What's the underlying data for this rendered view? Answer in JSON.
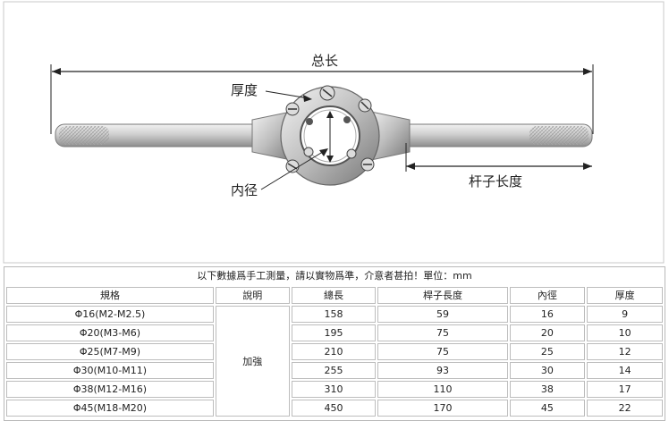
{
  "figure": {
    "label_total": "总长",
    "label_thickness": "厚度",
    "label_inner": "内径",
    "label_handle": "杆子长度"
  },
  "note": "以下數據爲手工測量，請以實物爲準，介意者甚拍！單位：mm",
  "table": {
    "headers": [
      "規格",
      "說明",
      "總長",
      "桿子長度",
      "內徑",
      "厚度"
    ],
    "merged_note": "加強",
    "rows": [
      {
        "spec": "Φ16(M2-M2.5)",
        "total": "158",
        "handle": "59",
        "inner": "16",
        "thick": "9"
      },
      {
        "spec": "Φ20(M3-M6)",
        "total": "195",
        "handle": "75",
        "inner": "20",
        "thick": "10"
      },
      {
        "spec": "Φ25(M7-M9)",
        "total": "210",
        "handle": "75",
        "inner": "25",
        "thick": "12"
      },
      {
        "spec": "Φ30(M10-M11)",
        "total": "255",
        "handle": "93",
        "inner": "30",
        "thick": "14"
      },
      {
        "spec": "Φ38(M12-M16)",
        "total": "310",
        "handle": "110",
        "inner": "38",
        "thick": "17"
      },
      {
        "spec": "Φ45(M18-M20)",
        "total": "450",
        "handle": "170",
        "inner": "45",
        "thick": "22"
      }
    ]
  }
}
